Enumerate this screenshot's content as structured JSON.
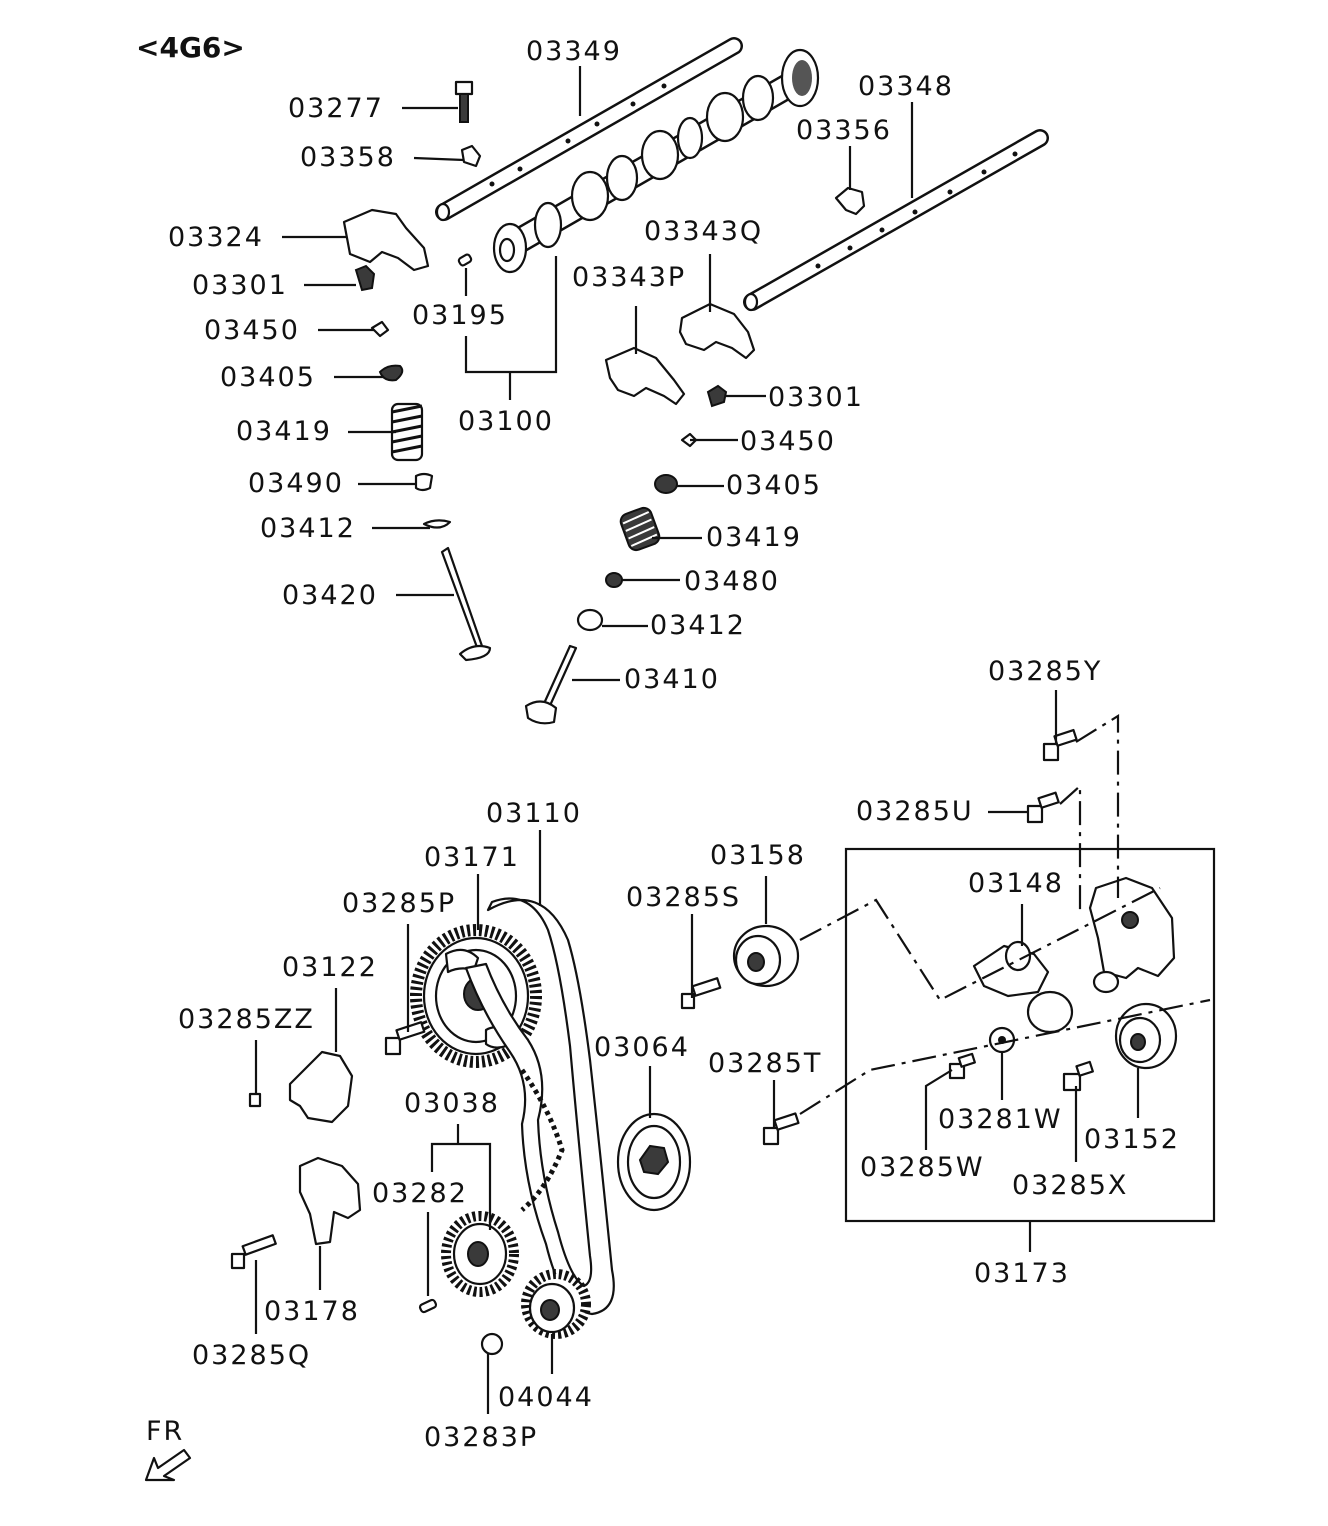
{
  "diagram": {
    "title": "<4G6>",
    "orientation_label": "FR",
    "callouts": {
      "c03349": "03349",
      "c03277": "03277",
      "c03358": "03358",
      "c03348": "03348",
      "c03356": "03356",
      "c03324": "03324",
      "c03343q": "03343Q",
      "c03301a": "03301",
      "c03343p": "03343P",
      "c03450a": "03450",
      "c03195": "03195",
      "c03405a": "03405",
      "c03301b": "03301",
      "c03419a": "03419",
      "c03100": "03100",
      "c03450b": "03450",
      "c03490": "03490",
      "c03405b": "03405",
      "c03412a": "03412",
      "c03419b": "03419",
      "c03420": "03420",
      "c03480": "03480",
      "c03412b": "03412",
      "c03410": "03410",
      "c03285y": "03285Y",
      "c03285u": "03285U",
      "c03110": "03110",
      "c03158": "03158",
      "c03171": "03171",
      "c03148": "03148",
      "c03285s": "03285S",
      "c03285p": "03285P",
      "c03122": "03122",
      "c03064": "03064",
      "c03285zz": "03285ZZ",
      "c03285t": "03285T",
      "c03038": "03038",
      "c03281w": "03281W",
      "c03152": "03152",
      "c03285w": "03285W",
      "c03282": "03282",
      "c03285x": "03285X",
      "c03173": "03173",
      "c03178": "03178",
      "c03285q": "03285Q",
      "c04044": "04044",
      "c03283p": "03283P"
    }
  }
}
